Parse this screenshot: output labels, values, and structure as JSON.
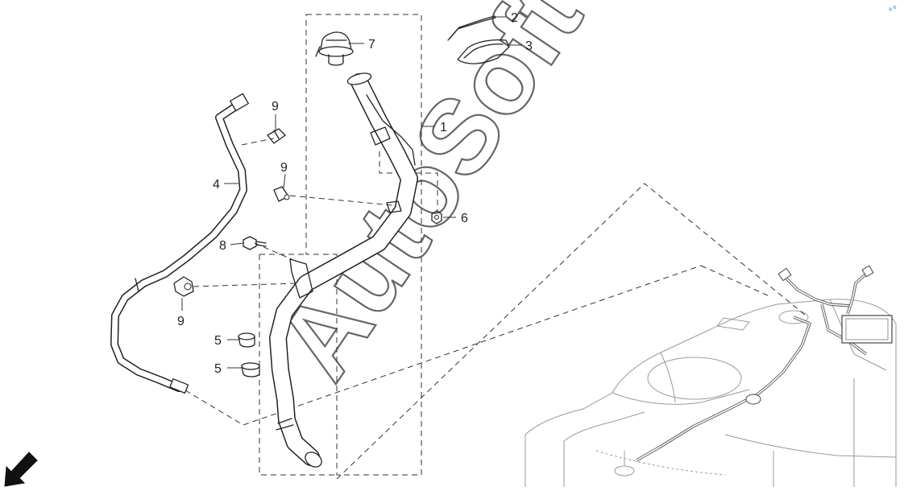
{
  "watermark": "AutoSoft",
  "corner_mark": "e e",
  "callouts": [
    {
      "id": "callout-1",
      "text": "1"
    },
    {
      "id": "callout-2",
      "text": "2"
    },
    {
      "id": "callout-3",
      "text": "3"
    },
    {
      "id": "callout-4",
      "text": "4"
    },
    {
      "id": "callout-5a",
      "text": "5"
    },
    {
      "id": "callout-5b",
      "text": "5"
    },
    {
      "id": "callout-6",
      "text": "6"
    },
    {
      "id": "callout-7",
      "text": "7"
    },
    {
      "id": "callout-8",
      "text": "8"
    },
    {
      "id": "callout-9a",
      "text": "9"
    },
    {
      "id": "callout-9b",
      "text": "9"
    },
    {
      "id": "callout-9c",
      "text": "9"
    }
  ],
  "colors": {
    "line": "#222222",
    "tank": "#9a9a9a",
    "direction_arrow": "#111111",
    "corner_mark": "#2a6fd6"
  },
  "icons": {
    "direction": "arrow-down-left-icon"
  }
}
